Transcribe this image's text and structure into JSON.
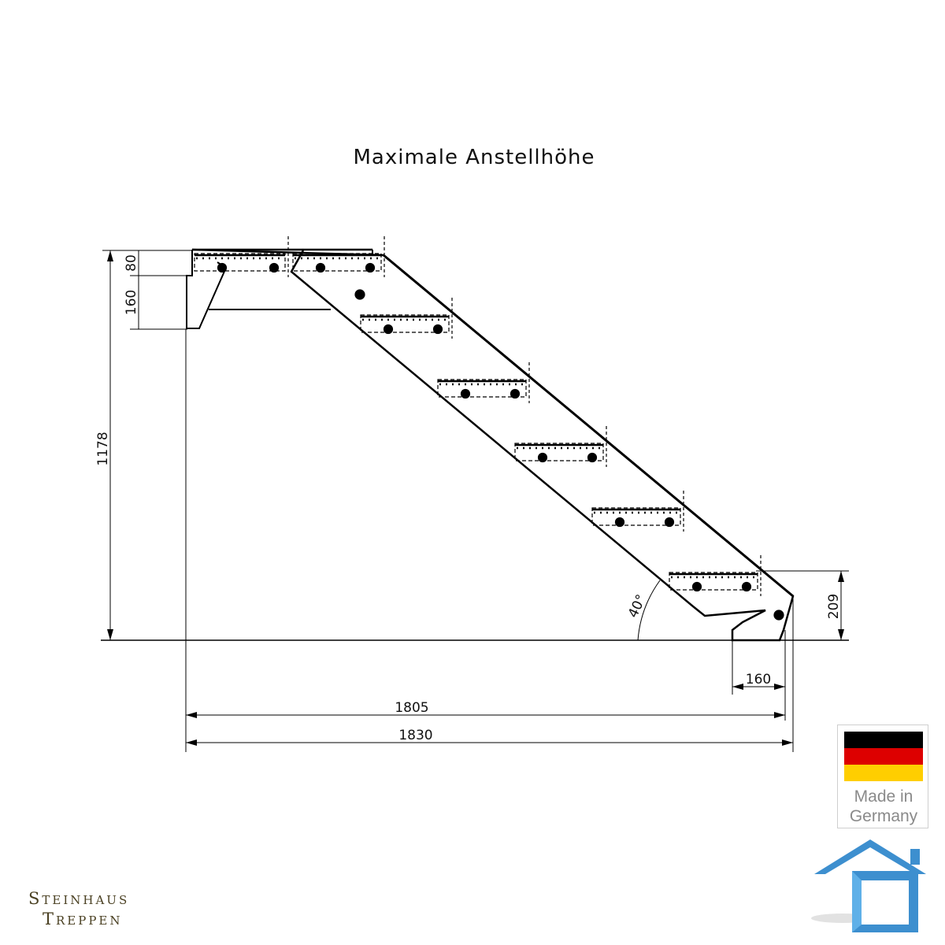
{
  "drawing": {
    "title": "Maximale Anstellhöhe",
    "dimensions": {
      "top_tread_height": "80",
      "top_offset": "160",
      "total_height": "1178",
      "bottom_step_height": "209",
      "bottom_width": "160",
      "span_inner": "1805",
      "span_outer": "1830",
      "angle": "40°"
    },
    "line_color": "#000000"
  },
  "badge": {
    "flag_colors": [
      "#000000",
      "#dd0000",
      "#ffce00"
    ],
    "line1": "Made in",
    "line2": "Germany"
  },
  "brand": {
    "line1": "Steinhaus",
    "line2": "Treppen",
    "color": "#4a4022"
  },
  "logo": {
    "icon": "house-icon",
    "color": "#3d8fcf"
  }
}
